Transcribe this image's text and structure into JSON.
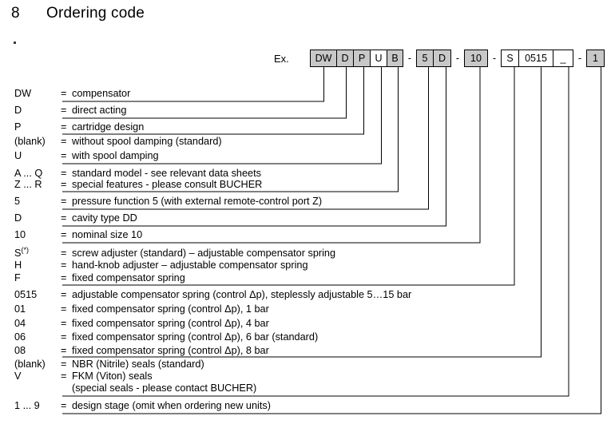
{
  "heading": {
    "number": "8",
    "title": "Ordering code"
  },
  "example": {
    "label": "Ex.",
    "groups": [
      {
        "cells": [
          {
            "text": "DW",
            "shaded": true,
            "width": 33
          },
          {
            "text": "D",
            "shaded": true,
            "width": 21
          },
          {
            "text": "P",
            "shaded": true,
            "width": 21
          },
          {
            "text": "U",
            "shaded": false,
            "width": 21
          },
          {
            "text": "B",
            "shaded": true,
            "width": 19
          }
        ]
      },
      {
        "cells": [
          {
            "text": "5",
            "shaded": true,
            "width": 21
          },
          {
            "text": "D",
            "shaded": true,
            "width": 21
          }
        ]
      },
      {
        "cells": [
          {
            "text": "10",
            "shaded": true,
            "width": 28
          }
        ]
      },
      {
        "cells": [
          {
            "text": "S",
            "shaded": false,
            "width": 22
          },
          {
            "text": "0515",
            "shaded": false,
            "width": 43
          },
          {
            "text": "_",
            "shaded": false,
            "width": 24
          }
        ]
      },
      {
        "cells": [
          {
            "text": "1",
            "shaded": true,
            "width": 21
          }
        ]
      }
    ],
    "separator": "-"
  },
  "legend": [
    {
      "key": "DW",
      "eq": "=",
      "value": "compensator"
    },
    {
      "key": "D",
      "eq": "=",
      "value": "direct acting"
    },
    {
      "key": "P",
      "eq": "=",
      "value": "cartridge design"
    },
    {
      "key": "(blank)",
      "eq": "=",
      "value": "without spool damping (standard)"
    },
    {
      "key": "U",
      "eq": "=",
      "value": "with spool damping"
    },
    {
      "key": "A ... Q",
      "eq": "=",
      "value": "standard model - see relevant data sheets"
    },
    {
      "key": "Z ... R",
      "eq": "=",
      "value": "special features - please consult BUCHER"
    },
    {
      "key": "5",
      "eq": "=",
      "value": "pressure function 5 (with external remote-control port Z)"
    },
    {
      "key": "D",
      "eq": "=",
      "value": "cavity type DD"
    },
    {
      "key": "10",
      "eq": "=",
      "value": "nominal size 10"
    },
    {
      "key": "S",
      "eq": "=",
      "value": "screw adjuster (standard) – adjustable compensator spring",
      "star": "(*)"
    },
    {
      "key": "H",
      "eq": "=",
      "value": "hand-knob adjuster – adjustable compensator spring"
    },
    {
      "key": "F",
      "eq": "=",
      "value": "fixed compensator spring"
    },
    {
      "key": "0515",
      "eq": "=",
      "value": "adjustable compensator spring (control Δp), steplessly adjustable 5…15 bar"
    },
    {
      "key": "01",
      "eq": "=",
      "value": "fixed compensator spring (control Δp),   1 bar"
    },
    {
      "key": "04",
      "eq": "=",
      "value": "fixed compensator spring (control Δp),   4 bar"
    },
    {
      "key": "06",
      "eq": "=",
      "value": "fixed compensator spring (control Δp),   6 bar (standard)"
    },
    {
      "key": "08",
      "eq": "=",
      "value": "fixed compensator spring (control Δp),   8 bar"
    },
    {
      "key": "(blank)",
      "eq": "=",
      "value": "NBR (Nitrile) seals  (standard)"
    },
    {
      "key": "V",
      "eq": "=",
      "value": "FKM (Viton) seals"
    },
    {
      "key": "",
      "eq": "",
      "value": "(special seals - please contact BUCHER)"
    },
    {
      "key": "1 ... 9",
      "eq": "=",
      "value": "design stage (omit when ordering new units)"
    }
  ],
  "colors": {
    "shaded_cell": "#c8c8c8",
    "line": "#000000",
    "text": "#000000"
  }
}
